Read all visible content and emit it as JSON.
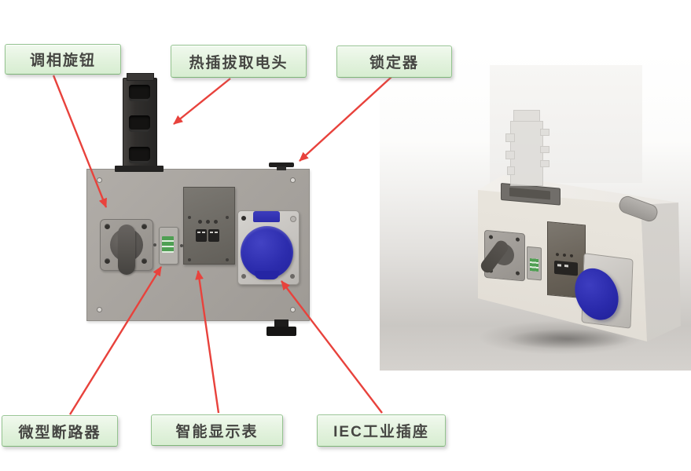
{
  "diagram": {
    "callouts": [
      {
        "id": "phase-knob",
        "label": "调相旋钮"
      },
      {
        "id": "hot-swap-tap",
        "label": "热插拔取电头"
      },
      {
        "id": "locker",
        "label": "锁定器"
      },
      {
        "id": "mini-breaker",
        "label": "微型断路器"
      },
      {
        "id": "smart-meter",
        "label": "智能显示表"
      },
      {
        "id": "iec-socket",
        "label": "IEC工业插座"
      }
    ],
    "colors": {
      "callout_bg_top": "#f1f9ee",
      "callout_bg_bottom": "#d7edd1",
      "callout_border": "#94c38f",
      "callout_text": "#454542",
      "arrow_red": "#e8423c",
      "panel_gray": "#a8a49f",
      "component_dark": "#2c2a29",
      "meter_gray": "#6d6a64",
      "socket_blue": "#2a2aab",
      "breaker_green": "#4f9f53",
      "enclosure_cream": "#eae6df"
    }
  }
}
